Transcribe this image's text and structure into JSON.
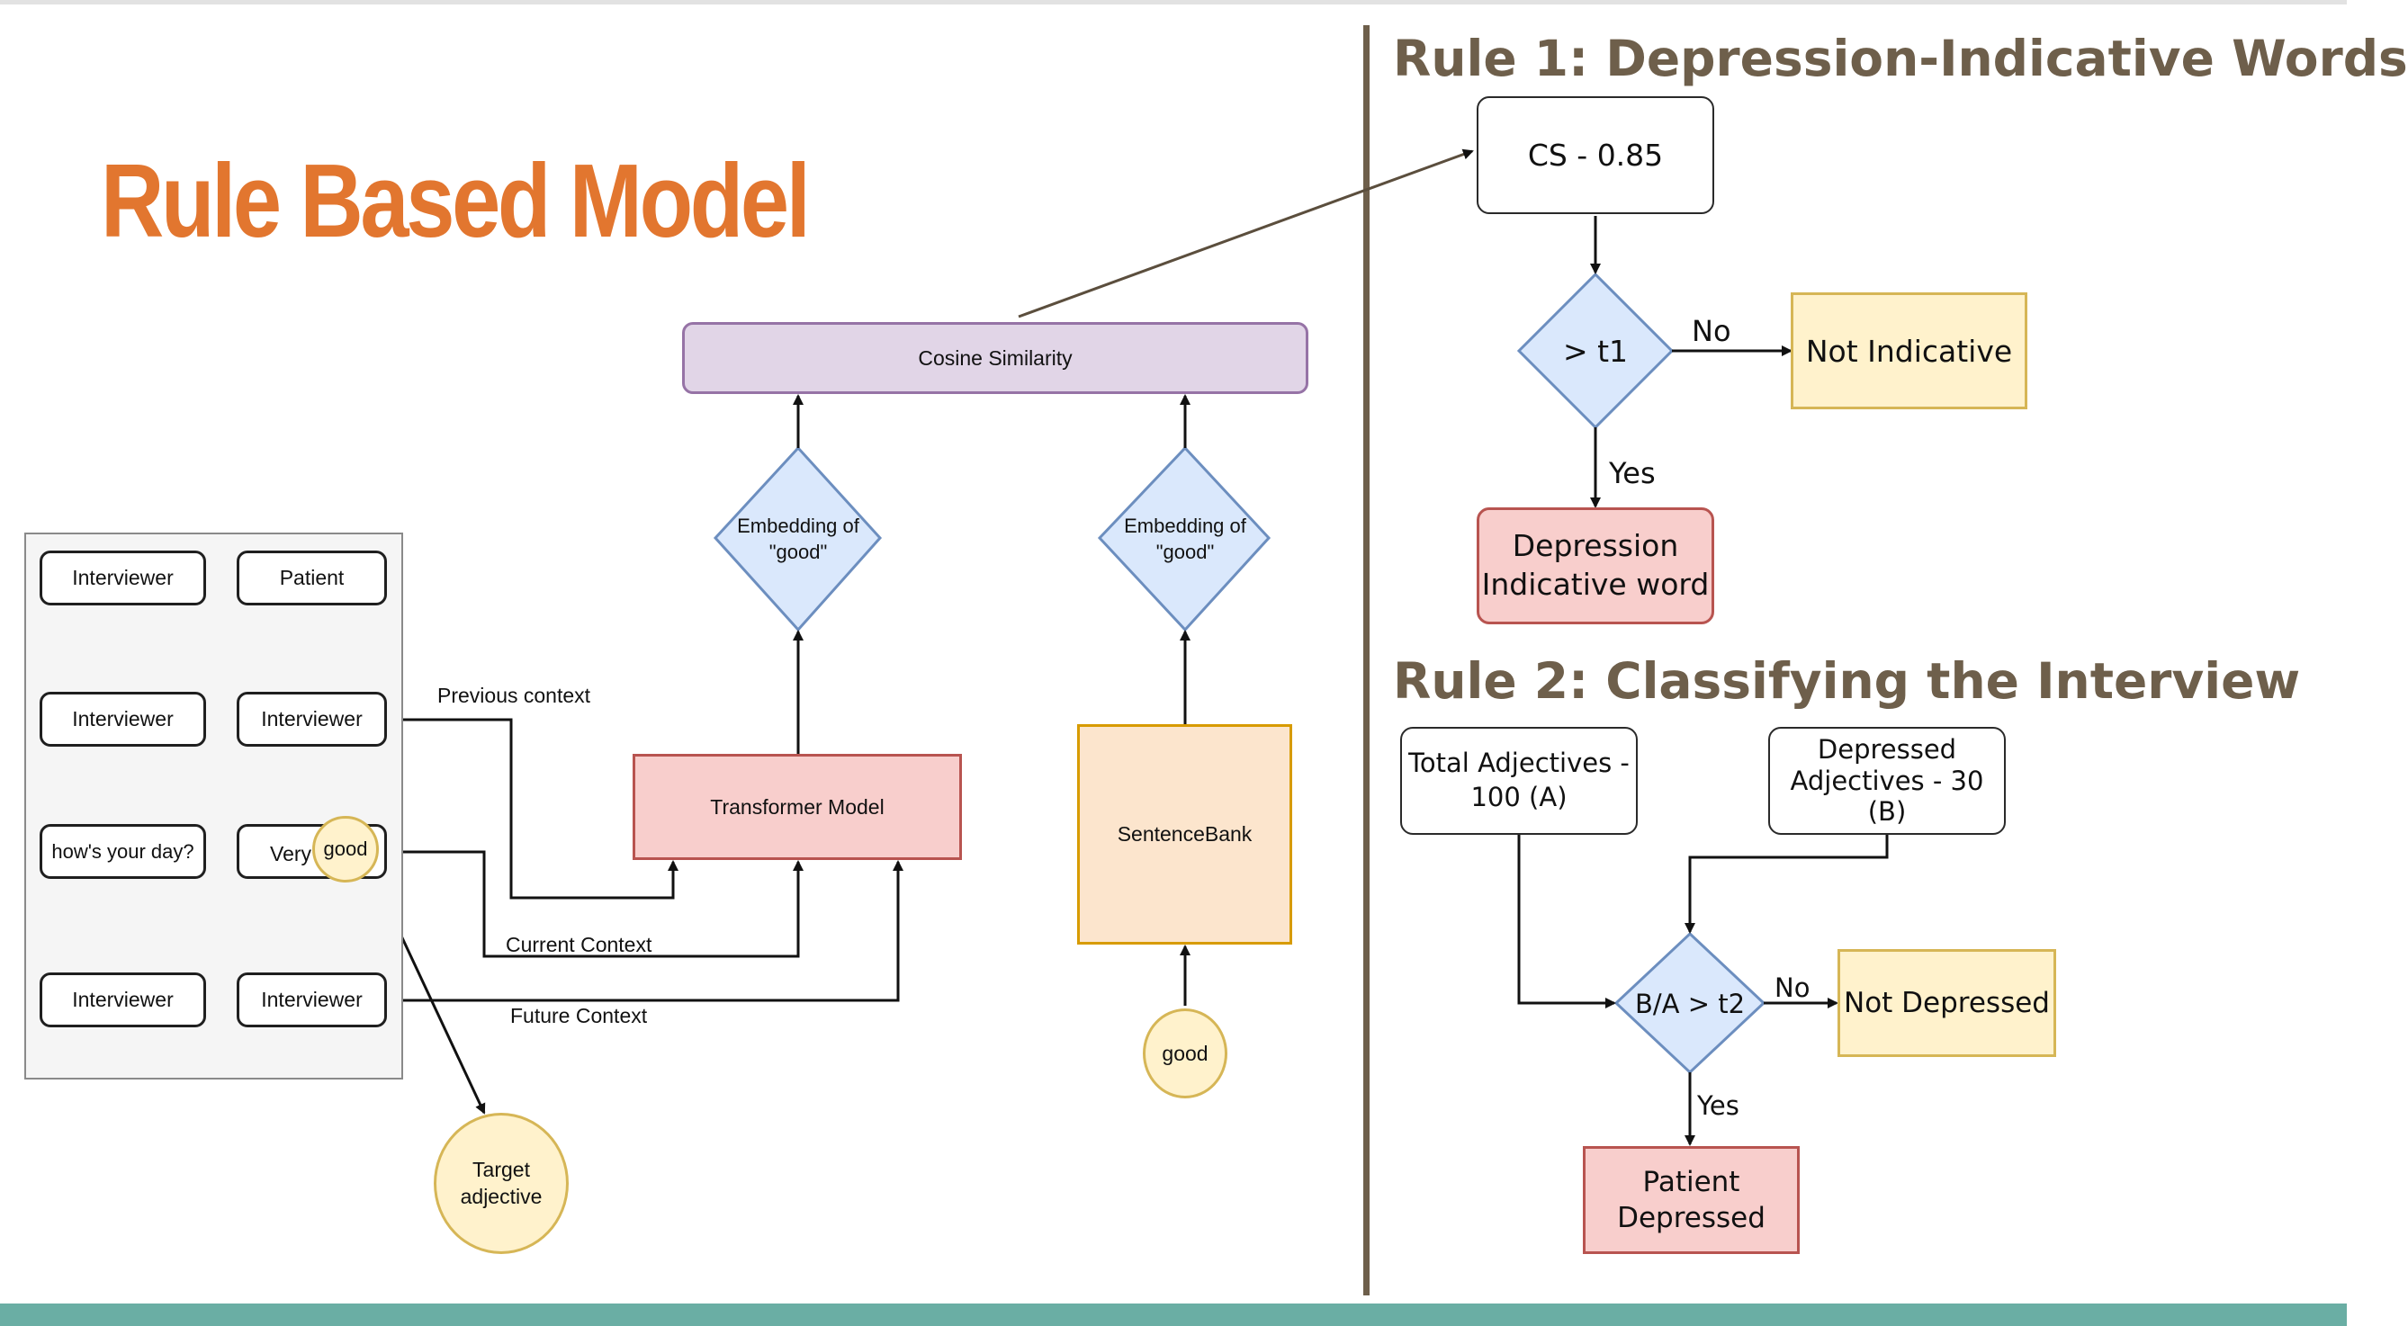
{
  "slide_title": "Rule Based Model",
  "left_diagram": {
    "panel_cells": {
      "r1c1": "Interviewer",
      "r1c2": "Patient",
      "r2c1": "Interviewer",
      "r2c2": "Interviewer",
      "r3c1": "how's your day?",
      "r3c2": "Very",
      "r4c1": "Interviewer",
      "r4c2": "Interviewer"
    },
    "highlight_word": "good",
    "target_label": "Target\nadjective",
    "previous_context": "Previous context",
    "current_context": "Current Context",
    "future_context": "Future Context",
    "transformer": "Transformer Model",
    "embedding_left": "Embedding of\n\"good\"",
    "embedding_right": "Embedding of\n\"good\"",
    "cosine": "Cosine Similarity",
    "sentence_bank": "SentenceBank",
    "input_word": "good"
  },
  "rule1": {
    "heading": "Rule 1: Depression-Indicative Words",
    "cs_box": "CS - 0.85",
    "decision": "> t1",
    "no_label": "No",
    "yes_label": "Yes",
    "not_indicative": "Not Indicative",
    "indicative": "Depression\nIndicative word"
  },
  "rule2": {
    "heading": "Rule 2: Classifying the Interview",
    "total_box": "Total Adjectives -\n100 (A)",
    "depressed_box": "Depressed\nAdjectives - 30\n(B)",
    "decision": "B/A > t2",
    "no_label": "No",
    "yes_label": "Yes",
    "not_depressed": "Not Depressed",
    "depressed": "Patient\nDepressed"
  },
  "colors": {
    "title": "#e2762f",
    "heading": "#6e5f4b",
    "bottom_bar": "#6aaea4",
    "purple_fill": "#e1d5e7",
    "pink_fill": "#f8cecc",
    "peach_fill": "#fce5cd",
    "yellow_fill": "#fff2cc",
    "blue_fill": "#dae8fc"
  }
}
